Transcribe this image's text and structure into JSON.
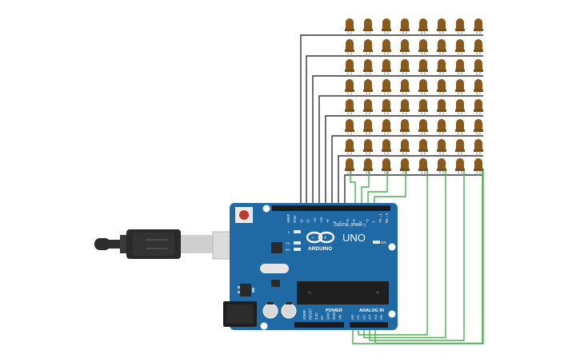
{
  "board": {
    "brand": "ARDUINO",
    "model": "UNO",
    "digital_header_label": "DIGITAL (PWM~)",
    "power_header_label": "POWER",
    "analog_header_label": "ANALOG IN",
    "on_label": "ON",
    "led_l_label": "L",
    "tx_label": "TX",
    "rx_label": "RX",
    "color_board": "#1f6aa5",
    "color_header": "#1b1b1b"
  },
  "digital_pins": [
    "AREF",
    "GND",
    "13",
    "12",
    "~11",
    "~10",
    "~9",
    "8",
    "7",
    "~6",
    "~5",
    "4",
    "~3",
    "2",
    "TX→1",
    "RX←0"
  ],
  "power_pins": [
    "IOREF",
    "RESET",
    "3.3V",
    "5V",
    "GND",
    "GND",
    "Vin"
  ],
  "analog_pins": [
    "A0",
    "A1",
    "A2",
    "A3",
    "A4",
    "A5"
  ],
  "led_matrix": {
    "rows": 8,
    "cols": 8,
    "led_color": "#8a5a1c"
  },
  "wires": {
    "row_wire_color": "#333333",
    "col_wire_color": "#4caf50"
  }
}
